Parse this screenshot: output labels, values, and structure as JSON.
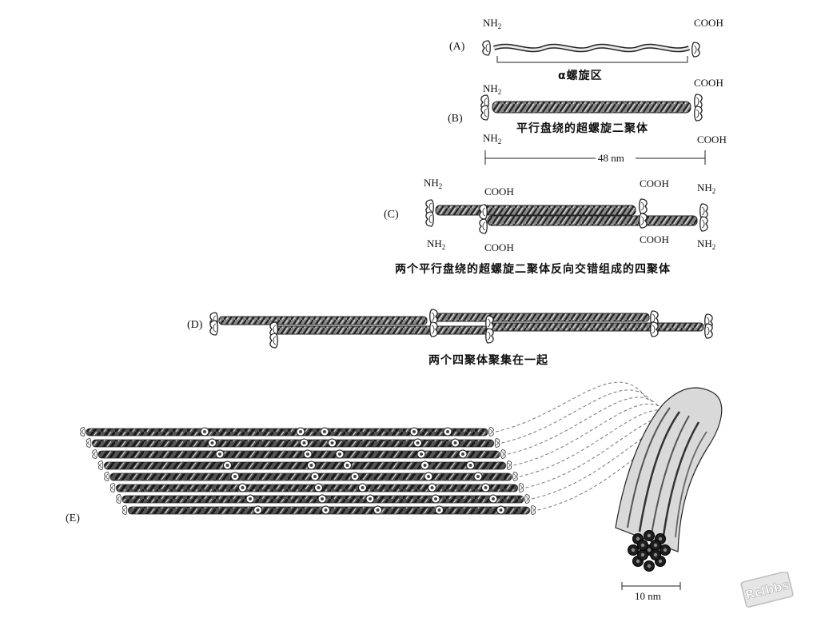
{
  "panels": {
    "A": {
      "label": "(A)",
      "nh2": "NH",
      "nh2_sub": "2",
      "cooh": "COOH",
      "caption": "α螺旋区"
    },
    "B": {
      "label": "(B)",
      "nh2_top": "NH",
      "nh2_bottom": "NH",
      "nh2_sub": "2",
      "cooh_top": "COOH",
      "cooh_bottom": "COOH",
      "caption": "平行盘绕的超螺旋二聚体",
      "length": "48 nm"
    },
    "C": {
      "label": "(C)",
      "nh2_tl": "NH",
      "nh2_bl": "NH",
      "nh2_tr": "NH",
      "nh2_br": "NH",
      "nh2_sub": "2",
      "cooh_tl": "COOH",
      "cooh_bl": "COOH",
      "cooh_tr": "COOH",
      "cooh_br": "COOH",
      "caption": "两个平行盘绕的超螺旋二聚体反向交错组成的四聚体"
    },
    "D": {
      "label": "(D)",
      "caption": "两个四聚体聚集在一起"
    },
    "E": {
      "label": "(E)",
      "scale": "10 nm"
    }
  },
  "watermark": {
    "text": "Rclbbs"
  },
  "colors": {
    "ink": "#111111",
    "rope_dark": "#2a2a2a",
    "rope_mid": "#7a7a7a",
    "rope_light": "#cfcfcf",
    "watermark": "#bdbdbd"
  }
}
